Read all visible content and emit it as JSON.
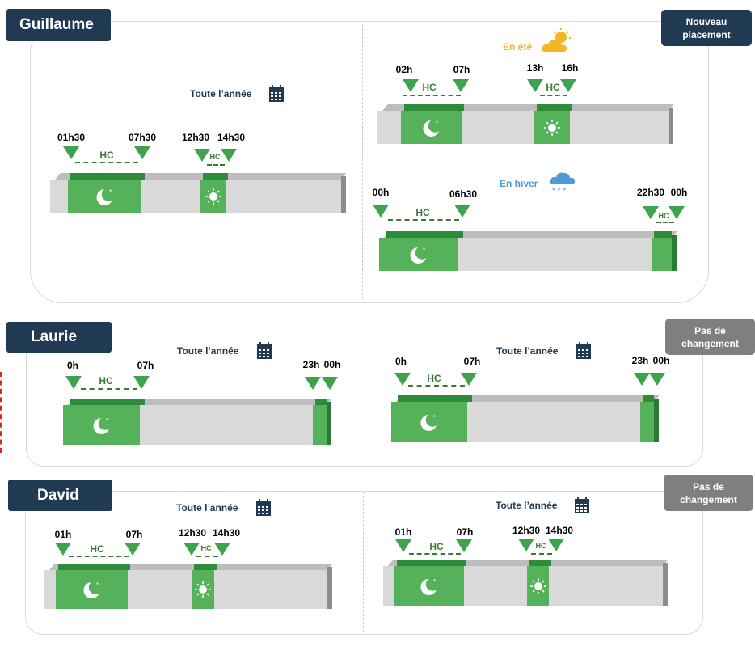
{
  "colors": {
    "navy": "#1f3a52",
    "green": "#55b15a",
    "dark_green": "#2f8a3a",
    "grey_badge": "#7f7f7f",
    "bar_grey": "#d9d9d9",
    "summer": "#f2b722",
    "winter": "#4e9ad6"
  },
  "guillaume": {
    "name": "Guillaume",
    "badge_lines": [
      "Nouveau",
      "placement"
    ],
    "left": {
      "period_label": "Toute l’année",
      "times": [
        "01h30",
        "07h30",
        "12h30",
        "14h30"
      ],
      "hc": [
        "HC",
        "HC"
      ]
    },
    "right_summer": {
      "season_label": "En été",
      "times": [
        "02h",
        "07h",
        "13h",
        "16h"
      ],
      "hc": [
        "HC",
        "HC"
      ]
    },
    "right_winter": {
      "season_label": "En hiver",
      "times": [
        "00h",
        "06h30",
        "22h30",
        "00h"
      ],
      "hc": [
        "HC",
        "HC"
      ]
    }
  },
  "laurie": {
    "name": "Laurie",
    "badge_lines": [
      "Pas de",
      "changement"
    ],
    "left": {
      "period_label": "Toute l’année",
      "times": [
        "0h",
        "07h",
        "23h",
        "00h"
      ],
      "hc": [
        "HC"
      ]
    },
    "right": {
      "period_label": "Toute l’année",
      "times": [
        "0h",
        "07h",
        "23h",
        "00h"
      ],
      "hc": [
        "HC"
      ]
    }
  },
  "david": {
    "name": "David",
    "badge_lines": [
      "Pas de",
      "changement"
    ],
    "left": {
      "period_label": "Toute l’année",
      "times": [
        "01h",
        "07h",
        "12h30",
        "14h30"
      ],
      "hc": [
        "HC",
        "HC"
      ]
    },
    "right": {
      "period_label": "Toute l’année",
      "times": [
        "01h",
        "07h",
        "12h30",
        "14h30"
      ],
      "hc": [
        "HC",
        "HC"
      ]
    }
  },
  "icons": [
    "calendar-icon",
    "moon-icon",
    "sun-icon",
    "sun-cloud-icon",
    "snow-cloud-icon"
  ]
}
